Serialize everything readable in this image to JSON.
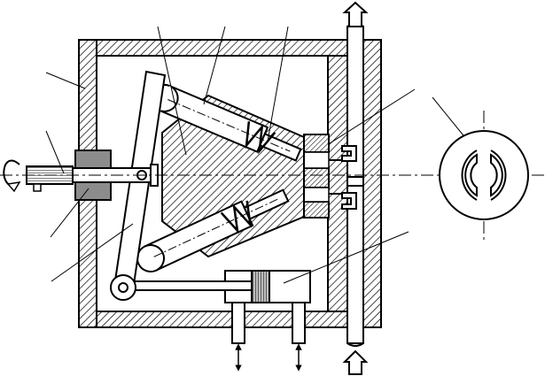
{
  "diagram": {
    "kind": "hatched mechanical cross-section (axial piston machine)",
    "components": [
      "housing",
      "swash-plate",
      "upper-piston",
      "lower-piston",
      "upper-spring",
      "lower-spring",
      "cylinder-block",
      "drive-shaft",
      "shaft-seal",
      "valve-plate",
      "outlet-port",
      "inlet-port",
      "control-cylinder",
      "pivot",
      "section-view"
    ],
    "leader_lines": 9,
    "text_labels": []
  },
  "colors": {
    "stroke": "#000000",
    "hatch": "#000000",
    "background": "#ffffff",
    "shading": "#9a9a9a"
  }
}
